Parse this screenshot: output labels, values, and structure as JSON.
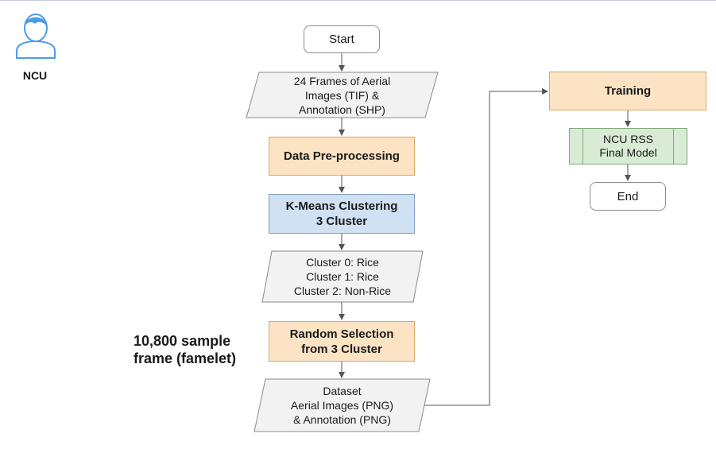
{
  "actor": {
    "label": "NCU",
    "icon": "user-icon"
  },
  "note": "10,800 sample\nframe (famelet)",
  "nodes": {
    "start": "Start",
    "input_frames": "24 Frames of Aerial\nImages (TIF) &\nAnnotation (SHP)",
    "preprocess": "Data Pre-processing",
    "kmeans": "K-Means Clustering\n3 Cluster",
    "clusters": "Cluster 0: Rice\nCluster 1: Rice\nCluster 2: Non-Rice",
    "random_selection": "Random Selection\nfrom 3 Cluster",
    "dataset": "Dataset\nAerial Images (PNG)\n& Annotation (PNG)",
    "training": "Training",
    "final_model": "NCU RSS\nFinal Model",
    "end": "End"
  },
  "colors": {
    "orange_fill": "#fce3c4",
    "blue_fill": "#cfe1f3",
    "green_fill": "#d9ebd5",
    "io_fill": "#f2f2f2",
    "connector": "#555555"
  }
}
